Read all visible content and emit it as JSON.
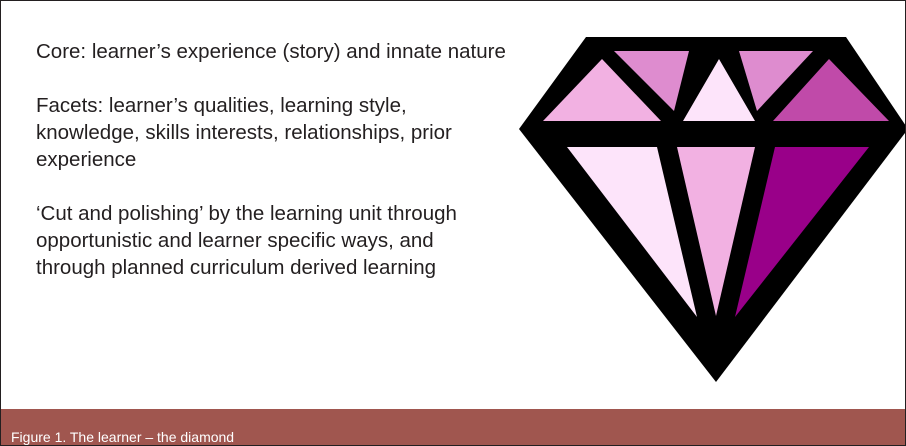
{
  "paragraphs": [
    "Core: learner’s experience (story) and innate nature",
    "Facets: learner’s qualities, learning style, knowledge, skills interests, relationships, prior experience",
    "‘Cut and polishing’ by the learning unit through opportunistic and learner specific ways, and through planned curriculum derived learning"
  ],
  "caption": "Figure 1. The learner – the diamond",
  "colors": {
    "outline": "#000000",
    "caption_bar": "#a0564f",
    "facet_top_left": "#f2b1e2",
    "facet_top_midleft": "#de8ccf",
    "facet_top_center": "#fde4fa",
    "facet_top_midright": "#de8ccf",
    "facet_top_right": "#c04aa9",
    "facet_bottom_left": "#fde4fa",
    "facet_bottom_center": "#f2b1e2",
    "facet_bottom_right": "#990089"
  }
}
